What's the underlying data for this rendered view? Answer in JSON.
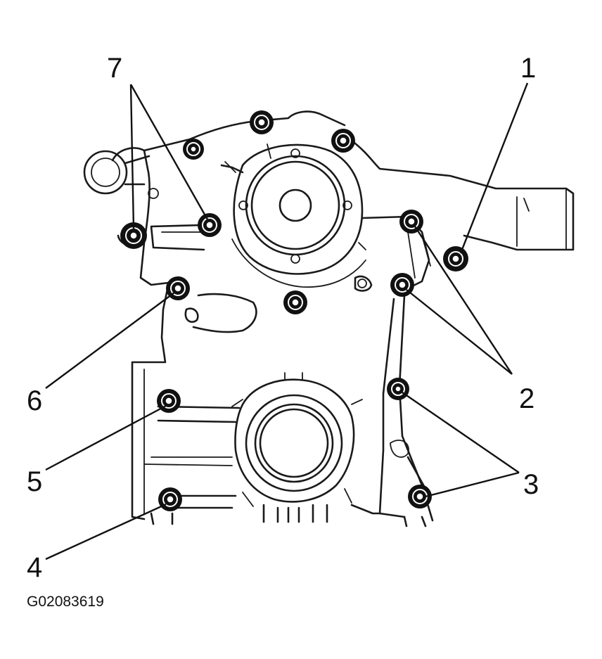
{
  "figure_id": "G02083619",
  "callouts": [
    {
      "id": "c1",
      "label": "1"
    },
    {
      "id": "c2",
      "label": "2"
    },
    {
      "id": "c3",
      "label": "3"
    },
    {
      "id": "c4",
      "label": "4"
    },
    {
      "id": "c5",
      "label": "5"
    },
    {
      "id": "c6",
      "label": "6"
    },
    {
      "id": "c7",
      "label": "7"
    }
  ]
}
